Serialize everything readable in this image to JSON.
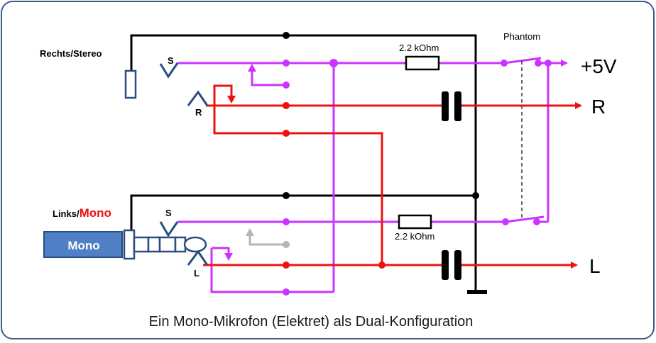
{
  "labels": {
    "phantom": "Phantom",
    "right_jack": "Rechts/Stereo",
    "left_jack_prefix": "Links/",
    "left_jack_suffix": "Mono",
    "mono_plug": "Mono",
    "sleeve_top": "S",
    "ring_top": "R",
    "sleeve_bottom": "S",
    "tip_bottom": "L",
    "resistor_top": "2.2 kOhm",
    "resistor_bottom": "2.2 kOhm",
    "out_plus": "+5V",
    "out_r": "R",
    "out_l": "L",
    "caption": "Ein Mono-Mikrofon (Elektret) als Dual-Konfiguration"
  },
  "colors": {
    "frame": "#3b5a86",
    "ground": "#000000",
    "bias": "#cc33ff",
    "signal": "#ee1111",
    "inactive": "#b5b5b5",
    "plug_fill": "#4f7fc4",
    "plug_edge": "#2a4d80",
    "jack_edge": "#3b6fb0",
    "mono_label": "#ee1111"
  }
}
